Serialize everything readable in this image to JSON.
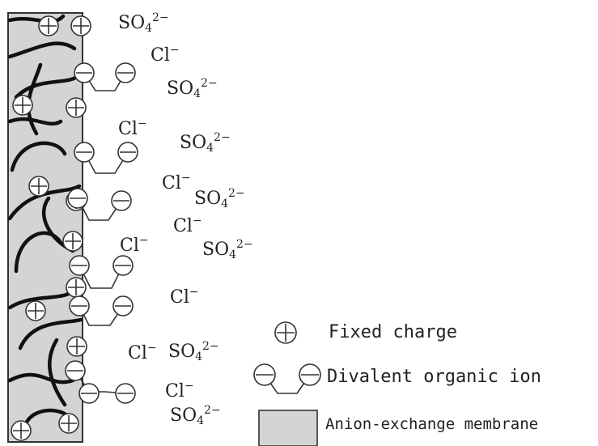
{
  "ions": {
    "chloride": {
      "symbol": "Cl",
      "charge": "−"
    },
    "sulfate": {
      "symbol": "SO",
      "subscript": "4",
      "charge": "2−"
    }
  },
  "legend": {
    "fixed_charge": "Fixed charge",
    "divalent_organic_ion": "Divalent organic ion",
    "anion_exchange_membrane": "Anion-exchange membrane"
  },
  "colors": {
    "membrane_fill": "#d4d4d4",
    "membrane_stroke": "#333333",
    "polymer_chain": "#111111",
    "ion_stroke": "#333333"
  }
}
